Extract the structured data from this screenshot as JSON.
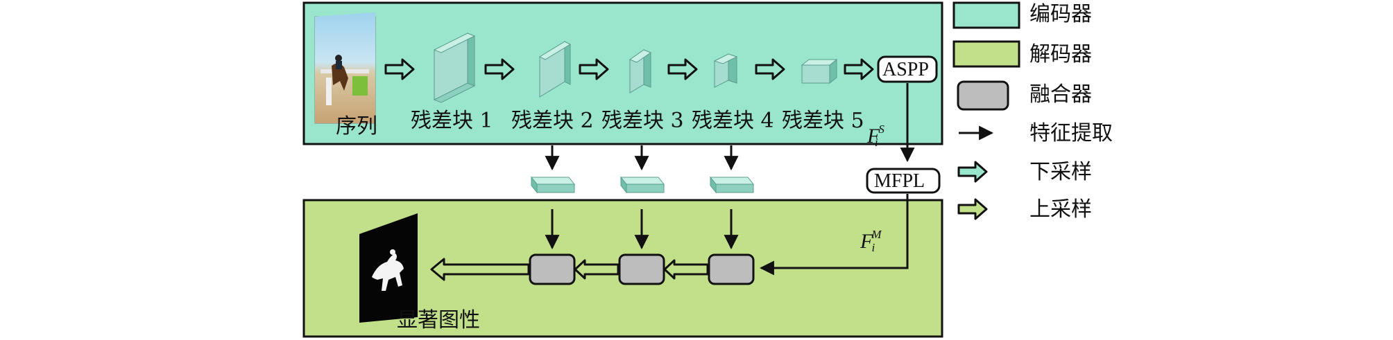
{
  "diagram": {
    "input_label": "序列",
    "blocks": [
      "残差块 1",
      "残差块 2",
      "残差块 3",
      "残差块 4",
      "残差块 5"
    ],
    "aspp_label": "ASPP",
    "mfpl_label": "MFPL",
    "fs_symbol": {
      "base": "F",
      "sup": "S",
      "sub": "i"
    },
    "fm_symbol": {
      "base": "F",
      "sup": "M",
      "sub": "i"
    },
    "output_label": "显著图性"
  },
  "legend": {
    "encoder": "编码器",
    "decoder": "解码器",
    "fuser": "融合器",
    "feature_extract": "特征提取",
    "downsample": "下采样",
    "upsample": "上采样"
  },
  "colors": {
    "encoder_fill": "#99E6CC",
    "decoder_fill": "#C2E08A",
    "fuser_fill": "#BDBDBD",
    "cuboid_front": "#A6DDD0",
    "cuboid_side": "#6FBFAA",
    "cuboid_top": "#C9F0E5",
    "arrow_stroke": "#111111"
  }
}
